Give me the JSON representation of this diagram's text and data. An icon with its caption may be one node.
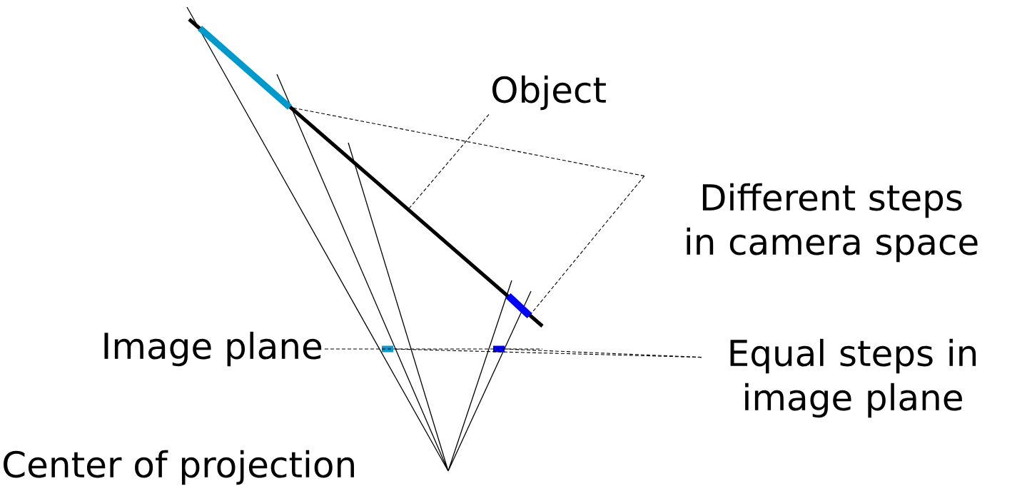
{
  "diagram": {
    "nodes": [
      {
        "text": [
          "Object"
        ]
      },
      {
        "text": [],
        "shape": "bar"
      },
      {
        "text": [
          "Different steps in camera space"
        ]
      },
      {
        "text": [],
        "shape": "bar",
        "in": 1
      },
      {
        "text": [],
        "shape": "bar",
        "in": 1
      },
      {
        "text": [
          "Image plane"
        ]
      },
      {
        "text": [
          "Equal steps in image plane"
        ]
      },
      {
        "text": [],
        "shape": "bar"
      },
      {
        "text": [],
        "shape": "bar"
      },
      {
        "text": [
          "Center of projection"
        ]
      }
    ],
    "edges": [
      {
        "from": 0,
        "to": 1,
        "arrow": "none",
        "style": "dashed"
      },
      {
        "from": 2,
        "to": 3,
        "arrow": "none",
        "style": "dashed"
      },
      {
        "from": 2,
        "to": 4,
        "arrow": "none",
        "style": "dashed"
      },
      {
        "from": 5,
        "to": null,
        "arrow": "none",
        "style": "dashed"
      },
      {
        "from": 6,
        "to": 7,
        "arrow": "none",
        "style": "dashed"
      },
      {
        "from": 6,
        "to": 8,
        "arrow": "none",
        "style": "dashed"
      }
    ]
  }
}
